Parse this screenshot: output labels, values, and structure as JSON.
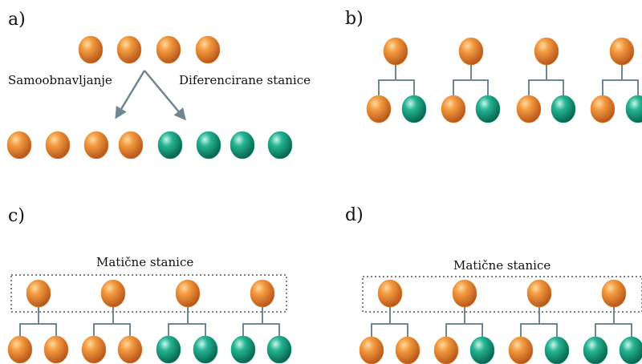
{
  "panels": [
    {
      "label": "a)",
      "left_caption": "Samoobnavljanje",
      "right_caption": "Diferencirane stanice"
    },
    {
      "label": "b)"
    },
    {
      "label": "c)",
      "group_caption": "Matične stanice"
    },
    {
      "label": "d)",
      "group_caption": "Matične stanice"
    }
  ],
  "colors": {
    "stem_cell": "#ef8f35",
    "differentiated_cell": "#1fa58a",
    "connector": "#6f8791",
    "arrow": "#6f8791"
  },
  "diagram": {
    "panel_a": {
      "parents": [
        "stem",
        "stem",
        "stem",
        "stem"
      ],
      "children": [
        "stem",
        "stem",
        "stem",
        "stem",
        "diff",
        "diff",
        "diff",
        "diff"
      ]
    },
    "panel_b": {
      "parents": [
        "stem",
        "stem",
        "stem",
        "stem"
      ],
      "children": [
        [
          "stem",
          "diff"
        ],
        [
          "stem",
          "diff"
        ],
        [
          "stem",
          "diff"
        ],
        [
          "stem",
          "diff"
        ]
      ]
    },
    "panel_c": {
      "parents": [
        "stem",
        "stem",
        "stem",
        "stem"
      ],
      "children": [
        [
          "stem",
          "stem"
        ],
        [
          "stem",
          "stem"
        ],
        [
          "diff",
          "diff"
        ],
        [
          "diff",
          "diff"
        ]
      ]
    },
    "panel_d": {
      "parents": [
        "stem",
        "stem",
        "stem",
        "stem"
      ],
      "children": [
        [
          "stem",
          "stem"
        ],
        [
          "stem",
          "diff"
        ],
        [
          "stem",
          "diff"
        ],
        [
          "diff",
          "diff"
        ]
      ]
    }
  }
}
